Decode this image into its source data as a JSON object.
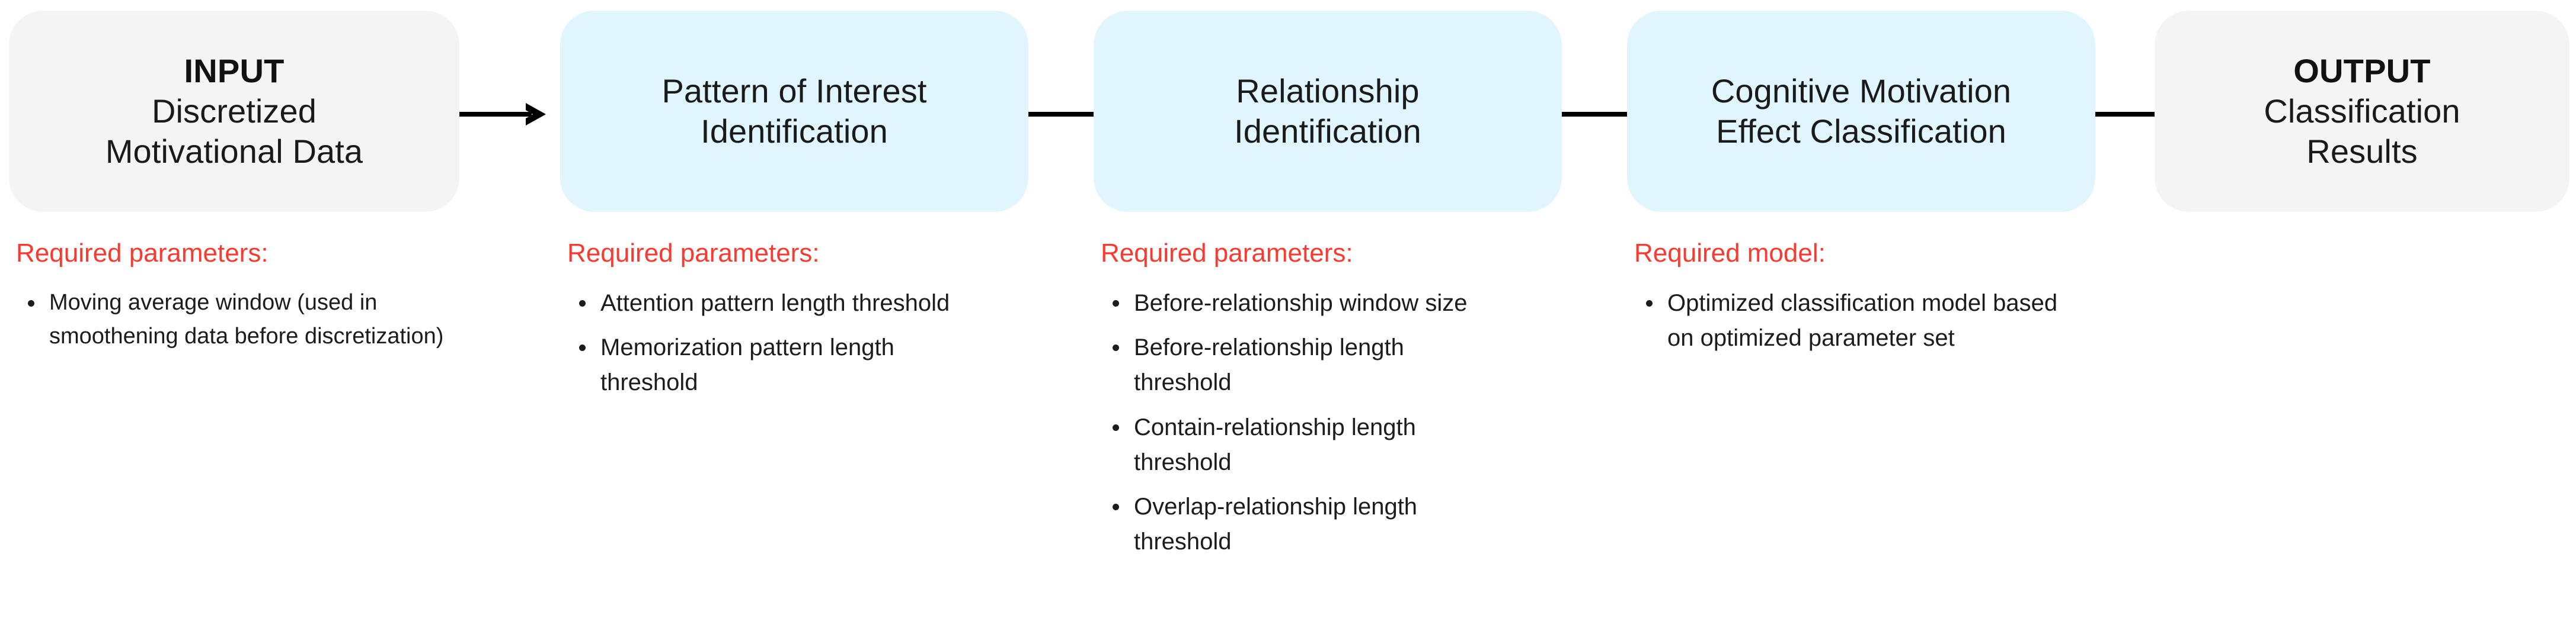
{
  "diagram": {
    "title": "Cognitive Motivation Effect Classification Pipeline",
    "colors": {
      "box_gray": "#f4f4f4",
      "box_blue": "#e0f5fd",
      "heading_red": "#fa3a30",
      "text_black": "#1c1c1c",
      "arrow_black": "#000000",
      "background": "#ffffff"
    },
    "stages": [
      {
        "id": "input",
        "box_style": "gray",
        "title_strong": "INPUT",
        "title_lines": [
          "Discretized",
          "Motivational Data"
        ],
        "params_heading": "Required parameters:",
        "params": [
          "Moving average window (used in smoothening data before discretization)"
        ]
      },
      {
        "id": "pattern-of-interest-identification",
        "box_style": "blue",
        "title_strong": "",
        "title_lines": [
          "Pattern of Interest",
          "Identification"
        ],
        "params_heading": "Required parameters:",
        "params": [
          "Attention pattern length threshold",
          "Memorization pattern length threshold"
        ]
      },
      {
        "id": "relationship-identification",
        "box_style": "blue",
        "title_strong": "",
        "title_lines": [
          "Relationship",
          "Identification"
        ],
        "params_heading": "Required parameters:",
        "params": [
          "Before-relationship window size",
          "Before-relationship length threshold",
          "Contain-relationship length threshold",
          "Overlap-relationship length threshold"
        ]
      },
      {
        "id": "cognitive-motivation-effect-classification",
        "box_style": "blue",
        "title_strong": "",
        "title_lines": [
          "Cognitive Motivation",
          "Effect Classification"
        ],
        "params_heading": "Required model:",
        "params": [
          "Optimized classification model based on optimized parameter set"
        ]
      },
      {
        "id": "output",
        "box_style": "gray",
        "title_strong": "OUTPUT",
        "title_lines": [
          "Classification",
          "Results"
        ],
        "params_heading": "",
        "params": []
      }
    ],
    "arrows": [
      {
        "id": "arrow-input-to-pattern",
        "from": "input",
        "to": "pattern-of-interest-identification",
        "glyph": "right-arrow-icon"
      },
      {
        "id": "arrow-pattern-to-relationship",
        "from": "pattern-of-interest-identification",
        "to": "relationship-identification",
        "glyph": "right-arrow-icon"
      },
      {
        "id": "arrow-relationship-to-classification",
        "from": "relationship-identification",
        "to": "cognitive-motivation-effect-classification",
        "glyph": "right-arrow-icon"
      },
      {
        "id": "arrow-classification-to-output",
        "from": "cognitive-motivation-effect-classification",
        "to": "output",
        "glyph": "right-arrow-icon"
      }
    ]
  }
}
